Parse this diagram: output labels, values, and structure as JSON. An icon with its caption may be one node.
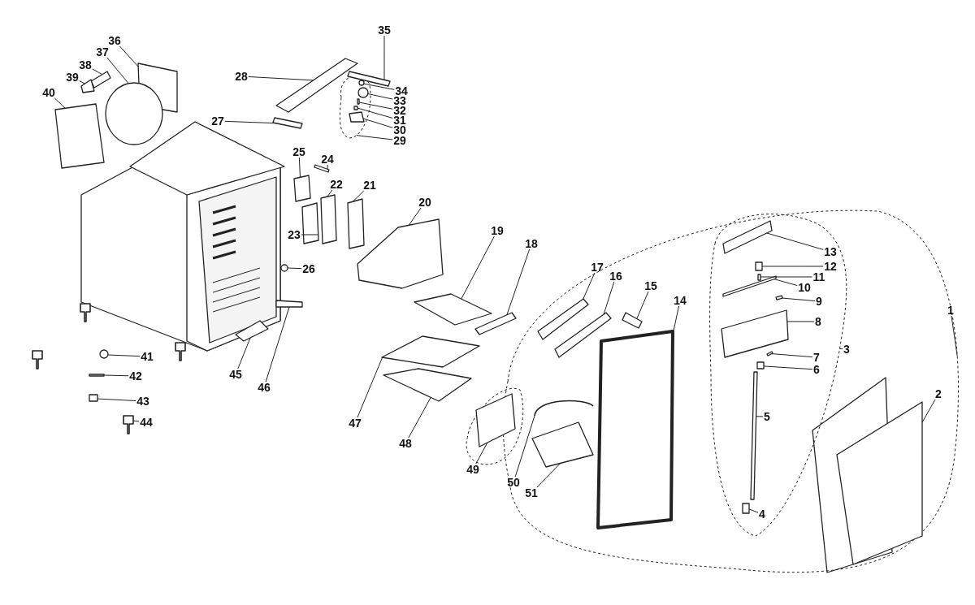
{
  "diagram": {
    "nodes": [
      {
        "text": [
          "1"
        ]
      },
      {
        "text": [
          "2"
        ]
      },
      {
        "text": [
          "3"
        ]
      },
      {
        "text": [
          "4"
        ]
      },
      {
        "text": [
          "5"
        ]
      },
      {
        "text": [
          "6"
        ]
      },
      {
        "text": [
          "7"
        ]
      },
      {
        "text": [
          "8"
        ]
      },
      {
        "text": [
          "9"
        ]
      },
      {
        "text": [
          "10"
        ]
      },
      {
        "text": [
          "11"
        ]
      },
      {
        "text": [
          "12"
        ]
      },
      {
        "text": [
          "13"
        ]
      },
      {
        "text": [
          "14"
        ]
      },
      {
        "text": [
          "15"
        ]
      },
      {
        "text": [
          "16"
        ]
      },
      {
        "text": [
          "17"
        ]
      },
      {
        "text": [
          "18"
        ]
      },
      {
        "text": [
          "19"
        ]
      },
      {
        "text": [
          "20"
        ]
      },
      {
        "text": [
          "21"
        ]
      },
      {
        "text": [
          "22"
        ]
      },
      {
        "text": [
          "23"
        ]
      },
      {
        "text": [
          "24"
        ]
      },
      {
        "text": [
          "25"
        ]
      },
      {
        "text": [
          "26"
        ]
      },
      {
        "text": [
          "27"
        ]
      },
      {
        "text": [
          "28"
        ]
      },
      {
        "text": [
          "29"
        ]
      },
      {
        "text": [
          "30"
        ]
      },
      {
        "text": [
          "31"
        ]
      },
      {
        "text": [
          "32"
        ]
      },
      {
        "text": [
          "33"
        ]
      },
      {
        "text": [
          "34"
        ]
      },
      {
        "text": [
          "35"
        ]
      },
      {
        "text": [
          "36"
        ]
      },
      {
        "text": [
          "37"
        ]
      },
      {
        "text": [
          "38"
        ]
      },
      {
        "text": [
          "39"
        ]
      },
      {
        "text": [
          "40"
        ]
      },
      {
        "text": [
          "41"
        ]
      },
      {
        "text": [
          "42"
        ]
      },
      {
        "text": [
          "43"
        ]
      },
      {
        "text": [
          "44"
        ]
      },
      {
        "text": [
          "45"
        ]
      },
      {
        "text": [
          "46"
        ]
      },
      {
        "text": [
          "47"
        ]
      },
      {
        "text": [
          "48"
        ]
      },
      {
        "text": [
          "49"
        ]
      },
      {
        "text": [
          "50"
        ]
      },
      {
        "text": [
          "51"
        ]
      },
      {
        "text": [],
        "shape": "box"
      },
      {
        "text": [],
        "shape": "box"
      },
      {
        "text": [],
        "shape": "box"
      },
      {
        "text": [],
        "shape": "box"
      },
      {
        "text": [],
        "shape": "box"
      },
      {
        "text": [],
        "shape": "box"
      },
      {
        "text": [],
        "shape": "box"
      },
      {
        "text": [],
        "shape": "box"
      },
      {
        "text": [],
        "shape": "box"
      },
      {
        "text": [],
        "shape": "box"
      },
      {
        "text": [],
        "shape": "box"
      },
      {
        "text": [],
        "shape": "box"
      },
      {
        "text": [],
        "shape": "box"
      },
      {
        "text": [],
        "shape": "box"
      },
      {
        "text": [],
        "shape": "box"
      },
      {
        "text": [],
        "shape": "box"
      },
      {
        "text": [],
        "shape": "box"
      },
      {
        "text": [],
        "shape": "box"
      },
      {
        "text": [],
        "shape": "box"
      },
      {
        "text": [],
        "shape": "box"
      },
      {
        "text": [],
        "shape": "box"
      },
      {
        "text": [],
        "shape": "box"
      },
      {
        "text": [],
        "shape": "box"
      },
      {
        "text": [],
        "shape": "circle"
      },
      {
        "text": [],
        "shape": "box"
      },
      {
        "text": [],
        "shape": "box"
      },
      {
        "text": [],
        "shape": "box"
      },
      {
        "text": [],
        "shape": "box"
      },
      {
        "text": [],
        "shape": "box"
      },
      {
        "text": [],
        "shape": "circle"
      },
      {
        "text": [],
        "shape": "circle"
      },
      {
        "text": [],
        "shape": "box"
      },
      {
        "text": [],
        "shape": "box"
      },
      {
        "text": [],
        "shape": "circle"
      },
      {
        "text": [],
        "shape": "box"
      },
      {
        "text": [],
        "shape": "box"
      },
      {
        "text": [],
        "shape": "box"
      },
      {
        "text": [],
        "shape": "circle"
      },
      {
        "text": [],
        "shape": "box"
      },
      {
        "text": [],
        "shape": "box"
      },
      {
        "text": [],
        "shape": "picture"
      },
      {
        "text": [],
        "shape": "box"
      },
      {
        "text": [],
        "shape": "box"
      },
      {
        "text": [],
        "shape": "box"
      },
      {
        "text": [],
        "shape": "box"
      },
      {
        "text": [],
        "shape": "box"
      },
      {
        "text": [],
        "shape": "picture"
      },
      {
        "text": [],
        "shape": "box"
      },
      {
        "text": [],
        "shape": "picture"
      },
      {
        "text": [],
        "shape": "picture"
      },
      {
        "text": [],
        "shape": "picture"
      }
    ],
    "edges": [
      {
        "from": 0,
        "to": null,
        "arrow": "none"
      },
      {
        "from": 1,
        "to": 51,
        "arrow": "none"
      },
      {
        "from": 2,
        "to": null,
        "arrow": "none"
      },
      {
        "from": 3,
        "to": 52,
        "arrow": "none"
      },
      {
        "from": 4,
        "to": 53,
        "arrow": "none"
      },
      {
        "from": 5,
        "to": 54,
        "arrow": "none"
      },
      {
        "from": 6,
        "to": 55,
        "arrow": "none"
      },
      {
        "from": 7,
        "to": 56,
        "arrow": "none"
      },
      {
        "from": 8,
        "to": 57,
        "arrow": "none"
      },
      {
        "from": 9,
        "to": 58,
        "arrow": "none"
      },
      {
        "from": 10,
        "to": 59,
        "arrow": "none"
      },
      {
        "from": 11,
        "to": 60,
        "arrow": "none"
      },
      {
        "from": 12,
        "to": 61,
        "arrow": "none"
      },
      {
        "from": 13,
        "to": 62,
        "arrow": "none"
      },
      {
        "from": 14,
        "to": 63,
        "arrow": "none"
      },
      {
        "from": 15,
        "to": 64,
        "arrow": "none"
      },
      {
        "from": 16,
        "to": 65,
        "arrow": "none"
      },
      {
        "from": 17,
        "to": 66,
        "arrow": "none"
      },
      {
        "from": 18,
        "to": 67,
        "arrow": "none"
      },
      {
        "from": 19,
        "to": 68,
        "arrow": "none"
      },
      {
        "from": 20,
        "to": 69,
        "arrow": "none"
      },
      {
        "from": 21,
        "to": 70,
        "arrow": "none"
      },
      {
        "from": 22,
        "to": 71,
        "arrow": "none"
      },
      {
        "from": 23,
        "to": 72,
        "arrow": "none"
      },
      {
        "from": 24,
        "to": 73,
        "arrow": "none"
      },
      {
        "from": 25,
        "to": 74,
        "arrow": "none"
      },
      {
        "from": 26,
        "to": 75,
        "arrow": "none"
      },
      {
        "from": 27,
        "to": 76,
        "arrow": "none"
      },
      {
        "from": 28,
        "to": null,
        "arrow": "none"
      },
      {
        "from": 29,
        "to": 77,
        "arrow": "none"
      },
      {
        "from": 30,
        "to": 78,
        "arrow": "none"
      },
      {
        "from": 31,
        "to": 79,
        "arrow": "none"
      },
      {
        "from": 32,
        "to": 80,
        "arrow": "none"
      },
      {
        "from": 33,
        "to": 81,
        "arrow": "none"
      },
      {
        "from": 34,
        "to": 82,
        "arrow": "none"
      },
      {
        "from": 35,
        "to": 83,
        "arrow": "none"
      },
      {
        "from": 36,
        "to": 84,
        "arrow": "none"
      },
      {
        "from": 37,
        "to": 85,
        "arrow": "none"
      },
      {
        "from": 38,
        "to": 86,
        "arrow": "none"
      },
      {
        "from": 39,
        "to": 87,
        "arrow": "none"
      },
      {
        "from": 40,
        "to": 88,
        "arrow": "none"
      },
      {
        "from": 41,
        "to": 89,
        "arrow": "none"
      },
      {
        "from": 42,
        "to": 90,
        "arrow": "none"
      },
      {
        "from": 43,
        "to": 91,
        "arrow": "none"
      },
      {
        "from": 44,
        "to": 92,
        "arrow": "none"
      },
      {
        "from": 45,
        "to": 93,
        "arrow": "none"
      },
      {
        "from": 46,
        "to": 94,
        "arrow": "none"
      },
      {
        "from": 47,
        "to": 95,
        "arrow": "none"
      },
      {
        "from": 48,
        "to": 96,
        "arrow": "none"
      },
      {
        "from": 49,
        "to": 97,
        "arrow": "none"
      },
      {
        "from": 50,
        "to": 98,
        "arrow": "none"
      }
    ]
  }
}
